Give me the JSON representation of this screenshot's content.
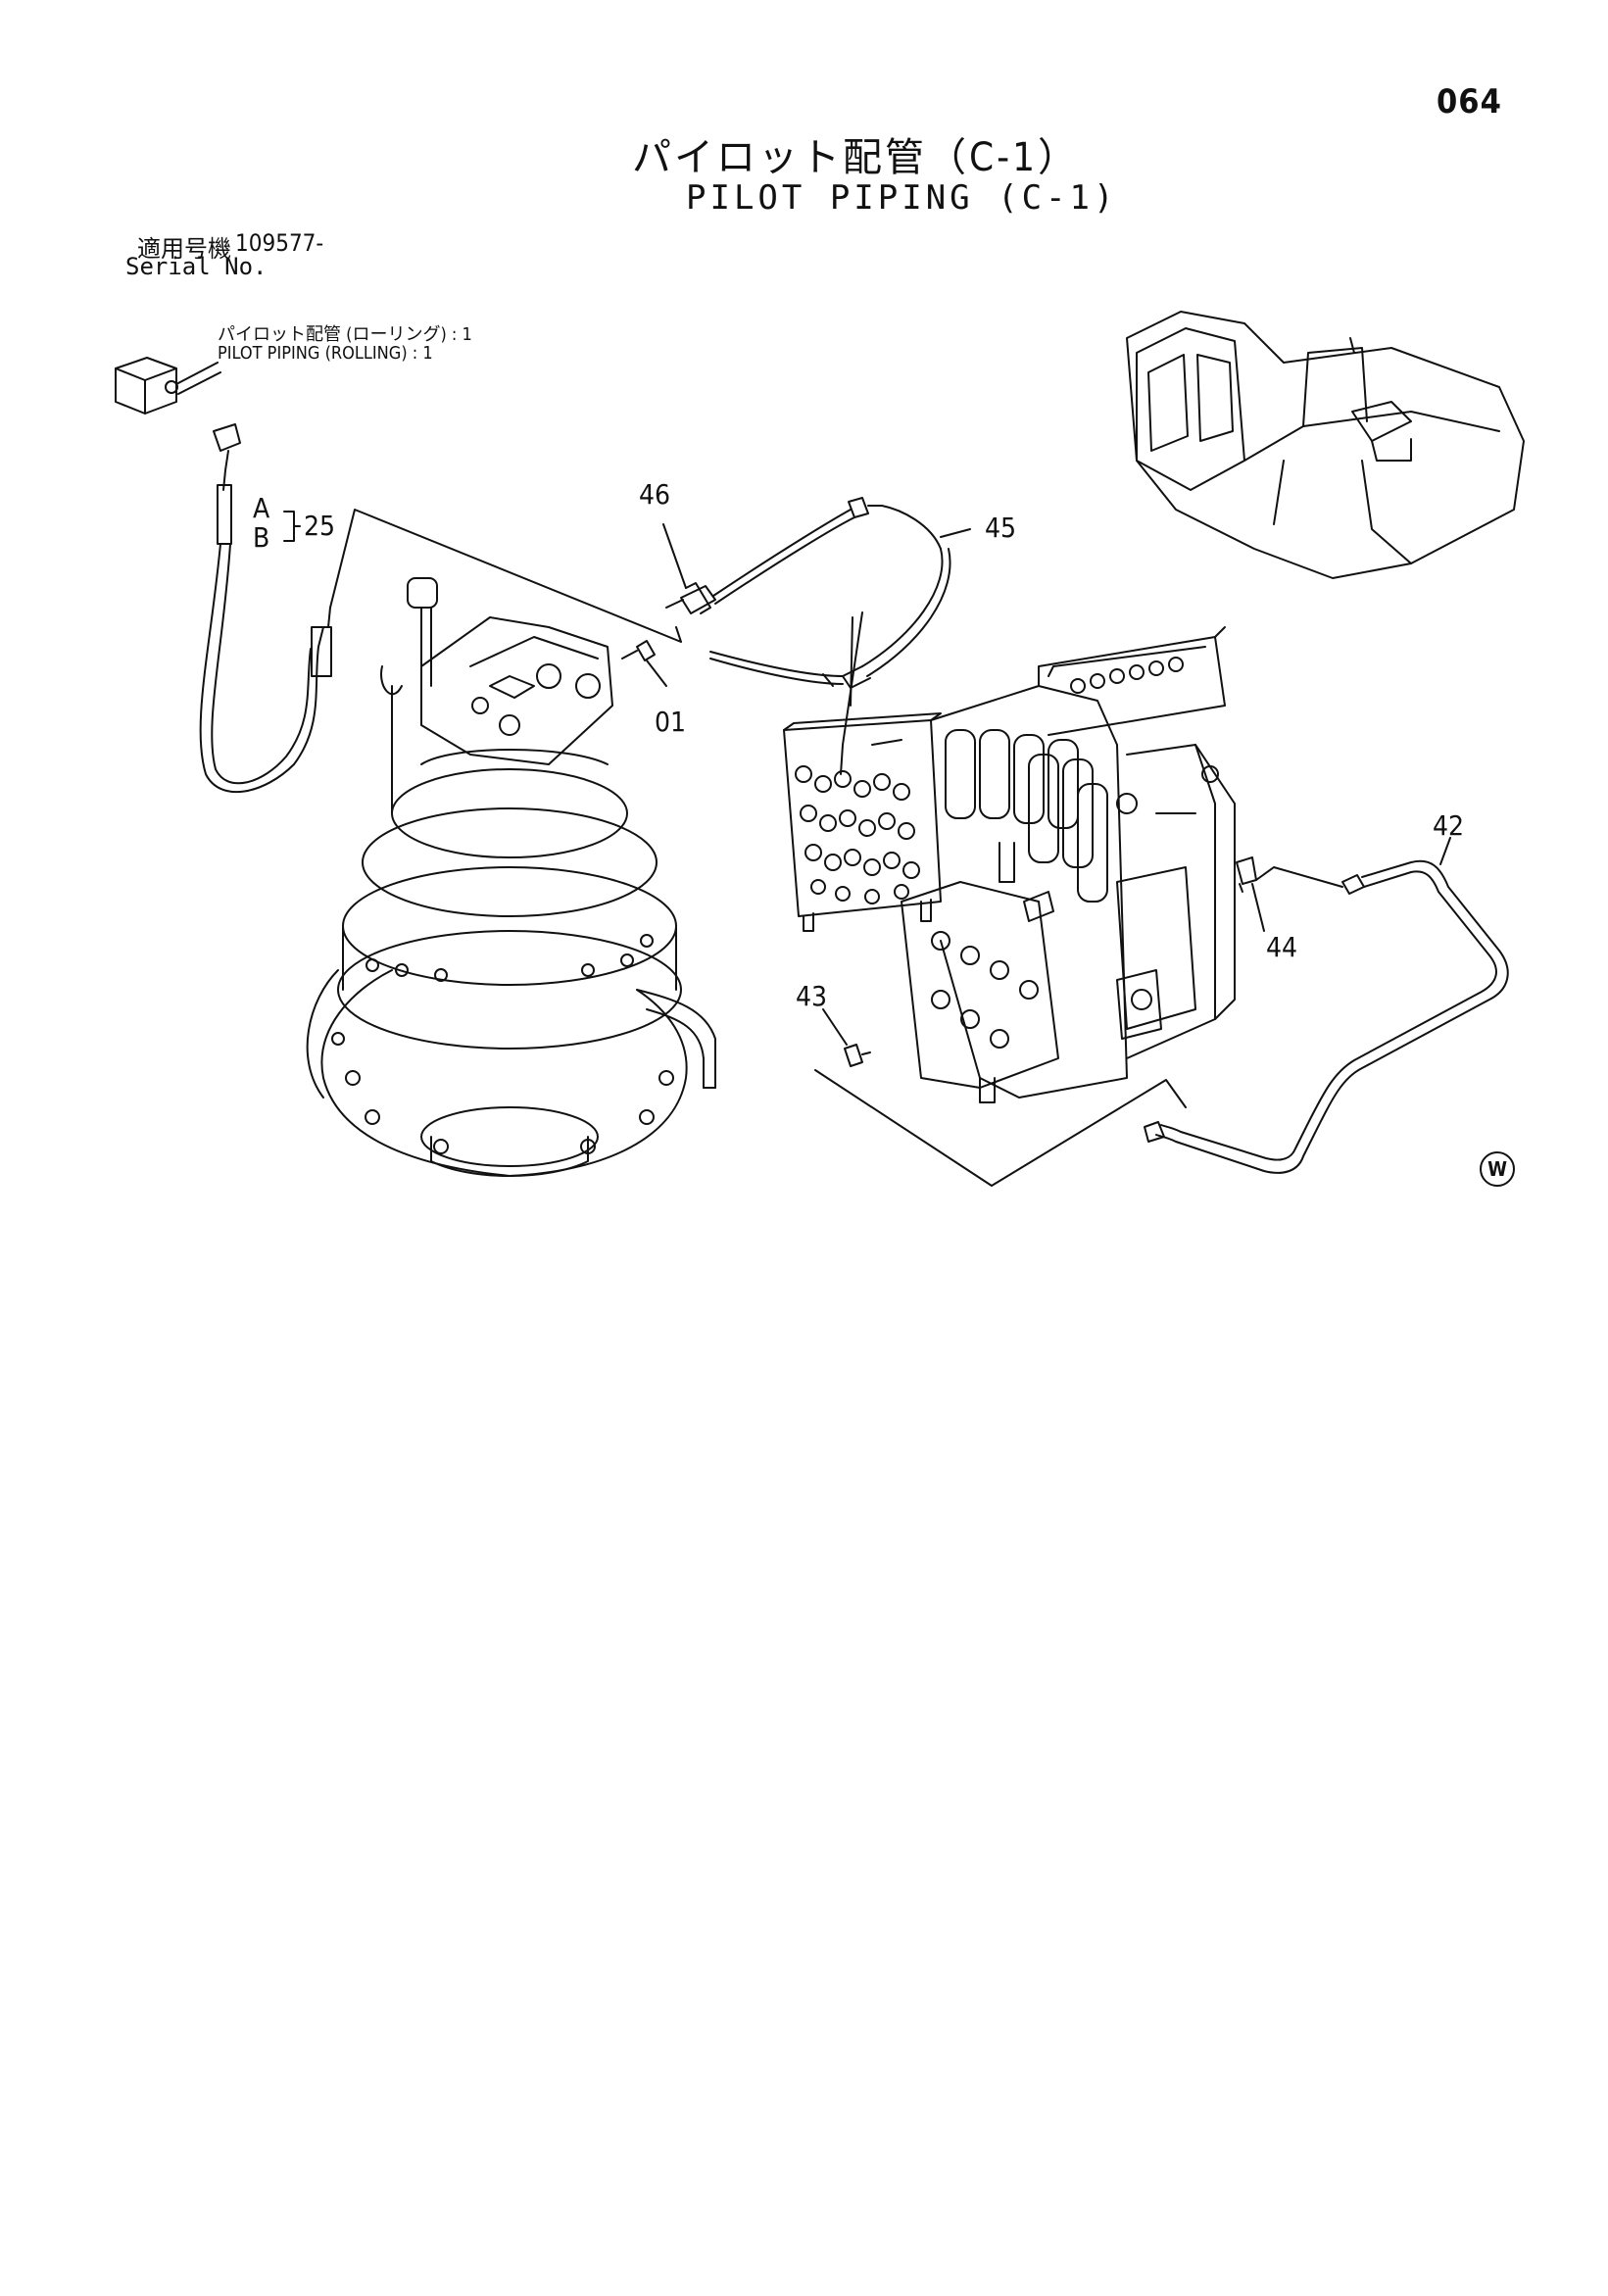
{
  "page": {
    "number": "064",
    "title_jp": "パイロット配管（C-1）",
    "title_en": "PILOT PIPING (C-1)",
    "serial_label_jp": "適用号機",
    "serial_label_en": "Serial No.",
    "serial_value": "109577-"
  },
  "note": {
    "jp": "パイロット配管 (ローリング) : 1",
    "en": "PILOT PIPING (ROLLING) : 1"
  },
  "callouts": {
    "p46": "46",
    "p45": "45",
    "p01": "01",
    "p42": "42",
    "p44": "44",
    "p43": "43",
    "p25": "25",
    "port_a": "A",
    "port_b": "B"
  },
  "mark": "W",
  "icons": {
    "machine": "excavator-icon",
    "swing_motor": "swing-motor-icon",
    "control_valve": "control-valve-icon",
    "sensor": "pressure-sensor-icon"
  }
}
